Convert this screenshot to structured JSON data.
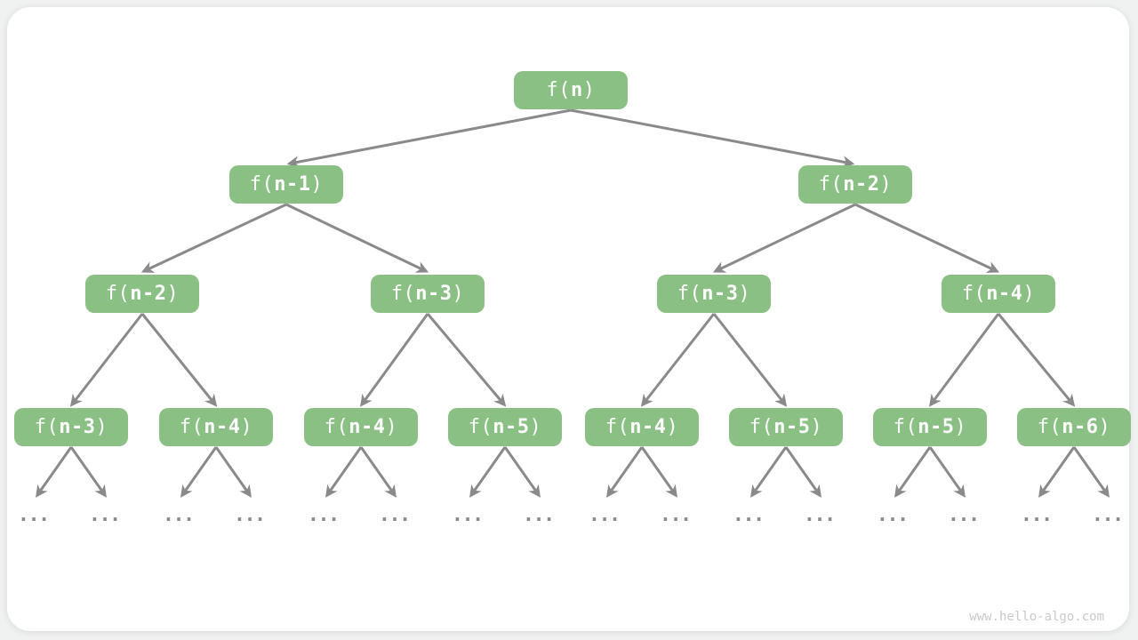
{
  "ellipsis": "...",
  "watermark": "www.hello-algo.com",
  "colors": {
    "node_fill": "#8BC084",
    "node_text": "#ffffff",
    "arrow": "#8a8a8a",
    "ellipsis_dots": "#8a8a8a",
    "watermark_text": "#c9c9c9",
    "card_background": "#ffffff",
    "page_background": "#f0f1f1"
  },
  "nodes": [
    {
      "prefix": "f(",
      "arg": "n",
      "suffix": ")"
    },
    {
      "prefix": "f(",
      "arg": "n-1",
      "suffix": ")"
    },
    {
      "prefix": "f(",
      "arg": "n-2",
      "suffix": ")"
    },
    {
      "prefix": "f(",
      "arg": "n-2",
      "suffix": ")"
    },
    {
      "prefix": "f(",
      "arg": "n-3",
      "suffix": ")"
    },
    {
      "prefix": "f(",
      "arg": "n-3",
      "suffix": ")"
    },
    {
      "prefix": "f(",
      "arg": "n-4",
      "suffix": ")"
    },
    {
      "prefix": "f(",
      "arg": "n-3",
      "suffix": ")"
    },
    {
      "prefix": "f(",
      "arg": "n-4",
      "suffix": ")"
    },
    {
      "prefix": "f(",
      "arg": "n-4",
      "suffix": ")"
    },
    {
      "prefix": "f(",
      "arg": "n-5",
      "suffix": ")"
    },
    {
      "prefix": "f(",
      "arg": "n-4",
      "suffix": ")"
    },
    {
      "prefix": "f(",
      "arg": "n-5",
      "suffix": ")"
    },
    {
      "prefix": "f(",
      "arg": "n-5",
      "suffix": ")"
    },
    {
      "prefix": "f(",
      "arg": "n-6",
      "suffix": ")"
    }
  ]
}
